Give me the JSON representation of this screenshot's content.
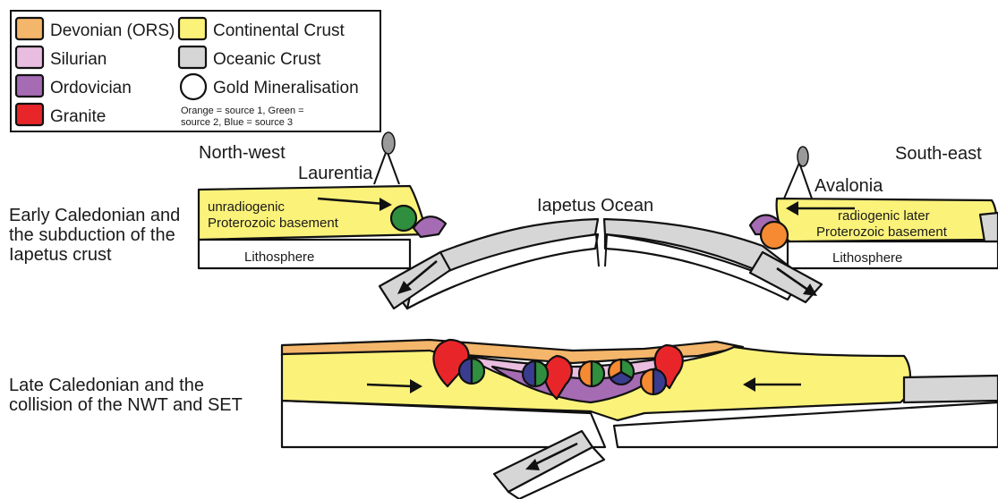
{
  "colors": {
    "devonian": "#f4b66b",
    "silurian": "#e9bde0",
    "ordovician": "#a56bb3",
    "granite": "#e8262a",
    "continental_crust": "#fbf27a",
    "oceanic_crust": "#d6d6d6",
    "source_1": "#f58a32",
    "source_2": "#2f8f3e",
    "source_3": "#3a3d8f"
  },
  "legend": {
    "items": [
      {
        "label": "Devonian (ORS)"
      },
      {
        "label": "Silurian"
      },
      {
        "label": "Ordovician"
      },
      {
        "label": "Granite"
      },
      {
        "label": "Continental Crust"
      },
      {
        "label": "Oceanic Crust"
      },
      {
        "label": "Gold Mineralisation"
      }
    ],
    "note_lines": [
      "Orange = source 1, Green =",
      "source 2, Blue = source 3"
    ]
  },
  "labels": {
    "north_west": "North-west",
    "south_east": "South-east",
    "laurentia": "Laurentia",
    "avalonia": "Avalonia",
    "iapetus_ocean": "Iapetus Ocean",
    "unradiogenic_line1": "unradiogenic",
    "unradiogenic_line2": "Proterozoic basement",
    "radiogenic_line1": "radiogenic later",
    "radiogenic_line2": "Proterozoic basement",
    "lithosphere_left": "Lithosphere",
    "lithosphere_right": "Lithosphere"
  },
  "stages": [
    {
      "caption_lines": [
        "Early Caledonian and",
        "the subduction of the",
        "Iapetus crust"
      ]
    },
    {
      "caption_lines": [
        "Late Caledonian and the",
        "collision of the NWT and SET"
      ]
    }
  ]
}
